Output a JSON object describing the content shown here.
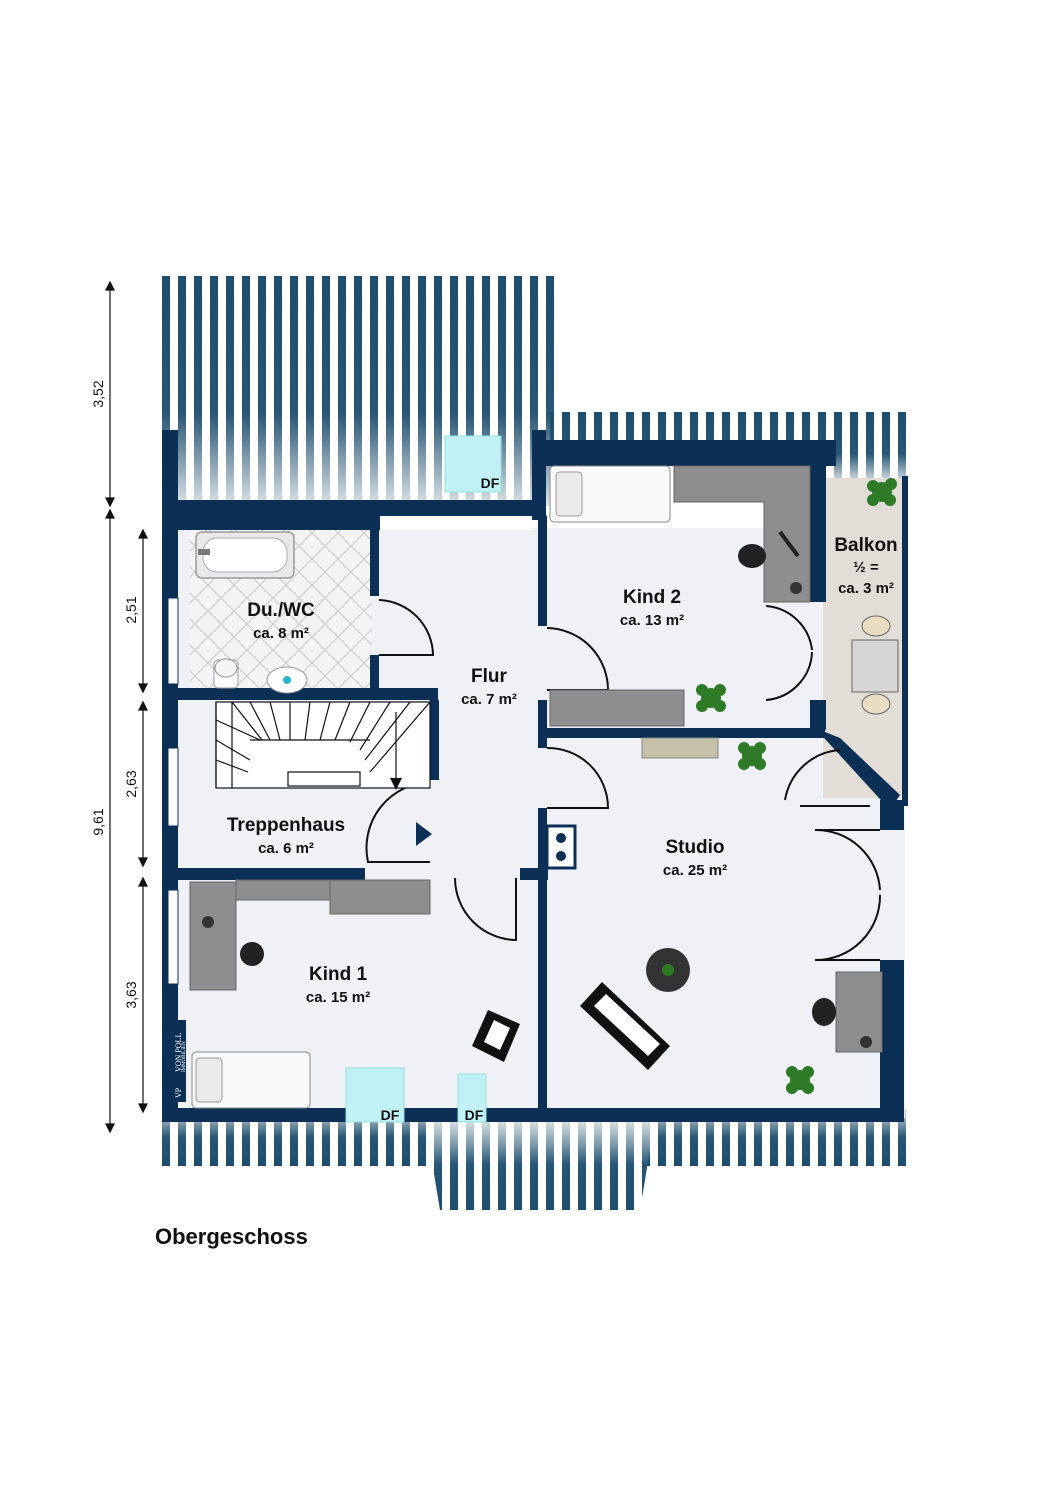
{
  "floor_title": "Obergeschoss",
  "rooms": {
    "bath": {
      "name": "Du./WC",
      "area": "ca. 8 m²"
    },
    "flur": {
      "name": "Flur",
      "area": "ca. 7 m²"
    },
    "kind2": {
      "name": "Kind 2",
      "area": "ca. 13 m²"
    },
    "balkon": {
      "name": "Balkon",
      "note": "½ =",
      "area": "ca. 3 m²"
    },
    "treppenhaus": {
      "name": "Treppenhaus",
      "area": "ca. 6 m²"
    },
    "studio": {
      "name": "Studio",
      "area": "ca. 25 m²"
    },
    "kind1": {
      "name": "Kind 1",
      "area": "ca. 15 m²"
    }
  },
  "skylights": {
    "top": "DF",
    "bottom_left": "DF",
    "bottom_right": "DF"
  },
  "dimensions": {
    "outer_top": "3,52",
    "outer_total": "9,61",
    "inner_1": "2,51",
    "inner_2": "2,63",
    "inner_3": "3,63"
  },
  "logo": {
    "mark": "VP",
    "name": "VON POLL",
    "sub": "IMMOBILIEN"
  },
  "colors": {
    "wall": "#0b2f55",
    "floor": "#f0f1f6",
    "roof_stripe": "#1d4d6e",
    "furniture": "#8e8e8e",
    "skylight": "#bff1f5",
    "plant": "#2f7a26"
  }
}
